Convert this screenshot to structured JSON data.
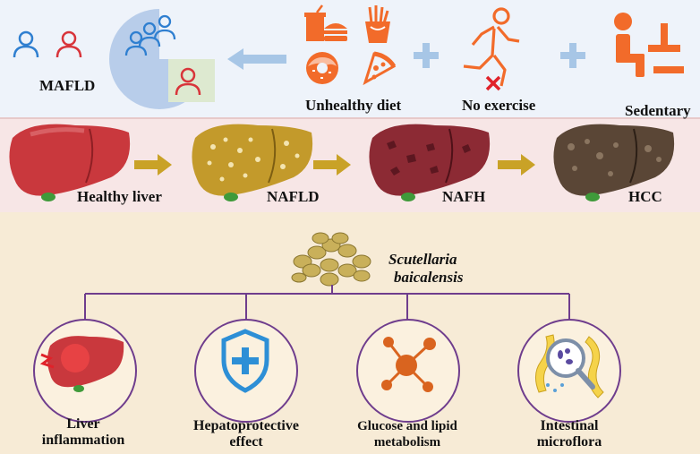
{
  "top": {
    "mafld_label": "MAFLD",
    "diet_label": "Unhealthy diet",
    "exercise_label": "No exercise",
    "sedentary_label": "Sedentary",
    "colors": {
      "blue_person": "#2f7fd0",
      "red_person": "#d8343a",
      "orange_icon": "#f26b2a",
      "plus": "#a7c6e6"
    }
  },
  "stages": {
    "items": [
      {
        "label": "Healthy liver"
      },
      {
        "label": "NAFLD"
      },
      {
        "label": "NAFH"
      },
      {
        "label": "HCC"
      }
    ],
    "arrow_color": "#c9a227"
  },
  "herb": {
    "name_line1": "Scutellaria",
    "name_line2": "baicalensis"
  },
  "effects": [
    {
      "label": "Liver inflammation",
      "icon": "inflamed-liver-icon"
    },
    {
      "label": "Hepatoprotective effect",
      "icon": "shield-plus-icon"
    },
    {
      "label": "Glucose and lipid metabolism",
      "icon": "molecule-icon"
    },
    {
      "label": "Intestinal microflora",
      "icon": "intestine-magnifier-icon"
    }
  ],
  "frame_color": "#6f3d8d"
}
